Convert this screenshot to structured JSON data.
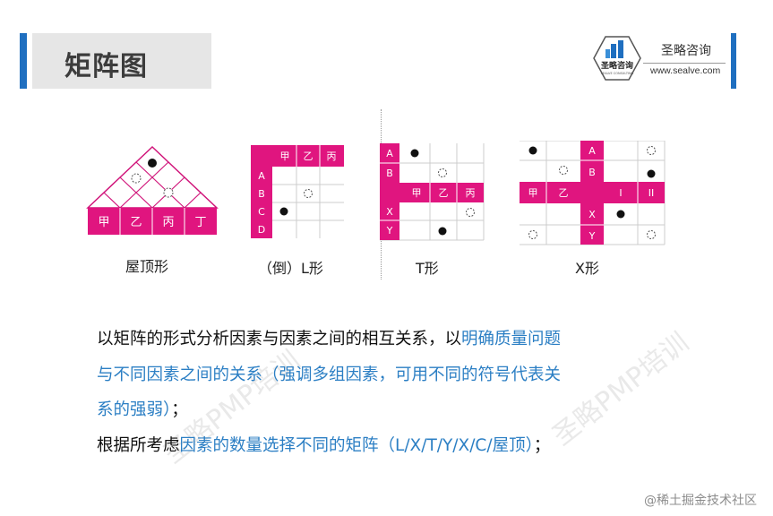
{
  "header": {
    "title": "矩阵图",
    "brand_name": "圣略咨询",
    "brand_url": "www.sealve.com",
    "logo_text": "圣略咨询",
    "logo_subtext": "SEALVE CONSULTING"
  },
  "diagrams": {
    "roof": {
      "caption": "屋顶形",
      "labels": [
        "甲",
        "乙",
        "丙",
        "丁"
      ]
    },
    "l": {
      "caption": "（倒）L形",
      "top_labels": [
        "甲",
        "乙",
        "丙"
      ],
      "side_labels": [
        "A",
        "B",
        "C",
        "D"
      ]
    },
    "t": {
      "caption": "T形",
      "top_side": [
        "A",
        "B"
      ],
      "mid_labels": [
        "甲",
        "乙",
        "丙"
      ],
      "bottom_side": [
        "X",
        "Y"
      ]
    },
    "x": {
      "caption": "X形",
      "top_side": [
        "A",
        "B"
      ],
      "left_labels": [
        "甲",
        "乙"
      ],
      "right_labels": [
        "I",
        "II"
      ],
      "bottom_side": [
        "X",
        "Y"
      ]
    }
  },
  "body": {
    "line1_a": "以矩阵的形式分析因素与因素之间的相互关系，以",
    "line1_b": "明确质量问题",
    "line2": "与不同因素之间的关系（强调多组因素，可用不同的符号代表关",
    "line3_a": "系的强弱）",
    "line3_b": "；",
    "line4_a": "根据所考虑",
    "line4_b": "因素的数量选择不同的矩阵（L/X/T/Y/X/C/屋顶）",
    "line4_c": "；"
  },
  "watermarks": [
    "圣略PMP培训",
    "圣略PMP培训"
  ],
  "footer": "@稀土掘金技术社区",
  "colors": {
    "accent": "#1f6fc0",
    "magenta": "#e0157f",
    "text_blue": "#2c7fc4"
  }
}
